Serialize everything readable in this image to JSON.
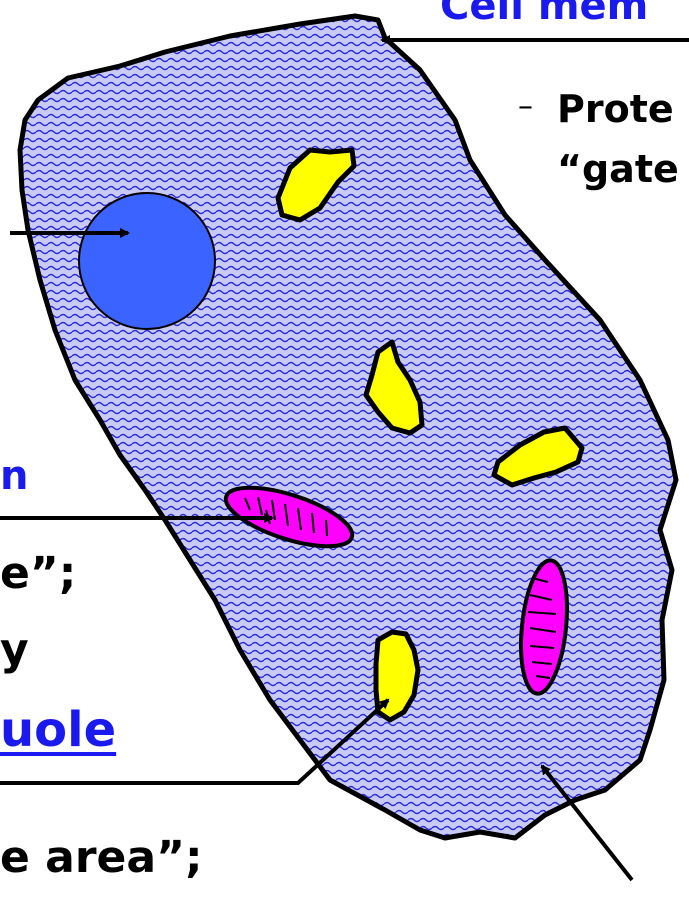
{
  "labels": {
    "cell_membrane": "Cell mem",
    "membrane_dash": "–",
    "protein_line1": "Prote",
    "protein_line2": "“gate",
    "mitochondrion_partial": "n",
    "line_e_quote": "e”;",
    "line_y": "y",
    "vacuole_partial": "uole",
    "storage_area": "e area”;"
  },
  "colors": {
    "cytoplasm_fill": "#b6b8f2",
    "cytoplasm_wave": "#2a2ee0",
    "nucleus": "#3a63ff",
    "organelle_yellow": "#ffff00",
    "organelle_magenta": "#ff00ff",
    "label_blue": "#1a1aee",
    "outline": "#000000"
  },
  "icons": {
    "nucleus": "circle",
    "vacuole": "yellow-blob",
    "mitochondrion": "magenta-ellipse",
    "pointer": "arrow"
  }
}
